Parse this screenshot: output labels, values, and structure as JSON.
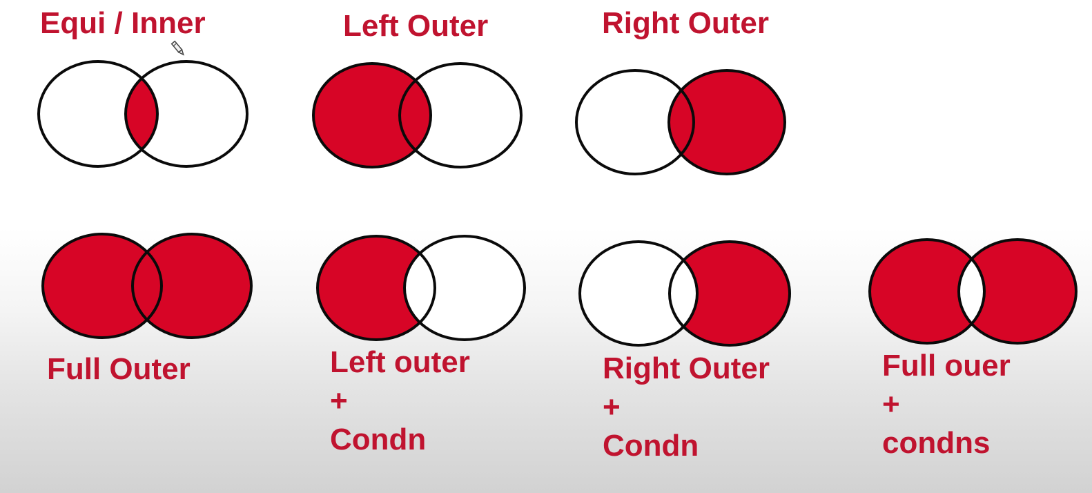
{
  "fill_color": "#d70526",
  "stroke_color": "#0a0a0a",
  "cursor_icon": "pen-cursor-icon",
  "diagrams": [
    {
      "id": "equi-inner",
      "label_lines": [
        "Equi / Inner"
      ],
      "fill": [
        "intersection"
      ]
    },
    {
      "id": "left-outer",
      "label_lines": [
        "Left Outer"
      ],
      "fill": [
        "left"
      ]
    },
    {
      "id": "right-outer",
      "label_lines": [
        "Right Outer"
      ],
      "fill": [
        "right"
      ]
    },
    {
      "id": "full-outer",
      "label_lines": [
        "Full Outer"
      ],
      "fill": [
        "left",
        "right"
      ]
    },
    {
      "id": "left-outer-condn",
      "label_lines": [
        "Left outer",
        "+",
        "Condn"
      ],
      "fill": [
        "left-only"
      ]
    },
    {
      "id": "right-outer-condn",
      "label_lines": [
        "Right Outer",
        "+",
        "Condn"
      ],
      "fill": [
        "right-only"
      ]
    },
    {
      "id": "full-outer-condns",
      "label_lines": [
        "Full ouer",
        "+",
        "condns"
      ],
      "fill": [
        "left-only",
        "right-only"
      ]
    }
  ]
}
